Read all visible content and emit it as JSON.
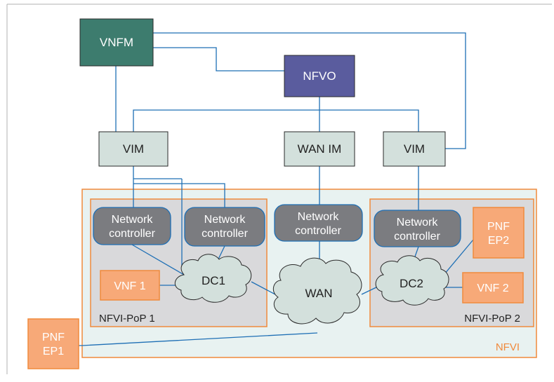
{
  "nodes": {
    "vnfm": "VNFM",
    "nfvo": "NFVO",
    "vim_left": "VIM",
    "wan_im": "WAN IM",
    "vim_right": "VIM",
    "nc1": [
      "Network",
      "controller"
    ],
    "nc2": [
      "Network",
      "controller"
    ],
    "nc_wan": [
      "Network",
      "controller"
    ],
    "nc3": [
      "Network",
      "controller"
    ],
    "vnf1": "VNF 1",
    "vnf2": "VNF 2",
    "dc1": "DC1",
    "dc2": "DC2",
    "wan": "WAN",
    "pnf_ep1": [
      "PNF",
      "EP1"
    ],
    "pnf_ep2": [
      "PNF",
      "EP2"
    ]
  },
  "regions": {
    "nfvi": "NFVI",
    "pop1": "NFVI-PoP 1",
    "pop2": "NFVI-PoP 2"
  },
  "colors": {
    "vnfm_fill": "#3d7c6e",
    "nfvo_fill": "#5a5c9e",
    "manager_fill": "#d3e0dc",
    "controller_fill": "#7b7c80",
    "orange_fill": "#f7a978",
    "orange_stroke": "#f08a3c",
    "pop_fill": "#d9d9db",
    "nfvi_fill": "#e8f2f1",
    "cloud_fill": "#d3e0dc",
    "link": "#1e6fb5",
    "frame": "#b0b0b0"
  }
}
